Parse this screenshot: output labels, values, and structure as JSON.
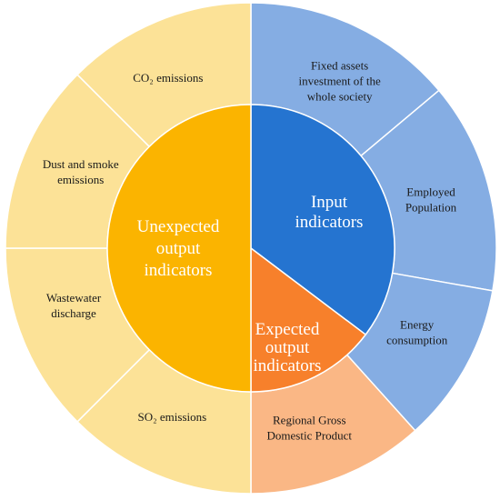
{
  "diagram": {
    "inner_segments": [
      {
        "id": "input",
        "label_lines": [
          "Input",
          "indicators"
        ],
        "color": "#2574D0"
      },
      {
        "id": "expected",
        "label_lines": [
          "Expected",
          "output",
          "indicators"
        ],
        "color": "#F7802B"
      },
      {
        "id": "unexpected",
        "label_lines": [
          "Unexpected",
          "output",
          "indicators"
        ],
        "color": "#FBB400"
      }
    ],
    "outer_segments": [
      {
        "id": "fixed-assets",
        "group": "input",
        "label_lines": [
          "Fixed assets",
          "investment of the",
          "whole society"
        ],
        "color": "#85ADE3"
      },
      {
        "id": "employed-population",
        "group": "input",
        "label_lines": [
          "Employed",
          "Population"
        ],
        "color": "#85ADE3"
      },
      {
        "id": "energy-consumption",
        "group": "input",
        "label_lines": [
          "Energy",
          "consumption"
        ],
        "color": "#85ADE3"
      },
      {
        "id": "regional-gdp",
        "group": "expected",
        "label_lines": [
          "Regional Gross",
          "Domestic Product"
        ],
        "color": "#FAB785"
      },
      {
        "id": "so2-emissions",
        "group": "unexpected",
        "label_lines": [
          "SO₂ emissions"
        ],
        "color": "#FCE297"
      },
      {
        "id": "wastewater-discharge",
        "group": "unexpected",
        "label_lines": [
          "Wastewater",
          "discharge"
        ],
        "color": "#FCE297"
      },
      {
        "id": "dust-smoke-emissions",
        "group": "unexpected",
        "label_lines": [
          "Dust and smoke",
          "emissions"
        ],
        "color": "#FCE297"
      },
      {
        "id": "co2-emissions",
        "group": "unexpected",
        "label_lines": [
          "CO₂ emissions"
        ],
        "color": "#FCE297"
      }
    ]
  }
}
